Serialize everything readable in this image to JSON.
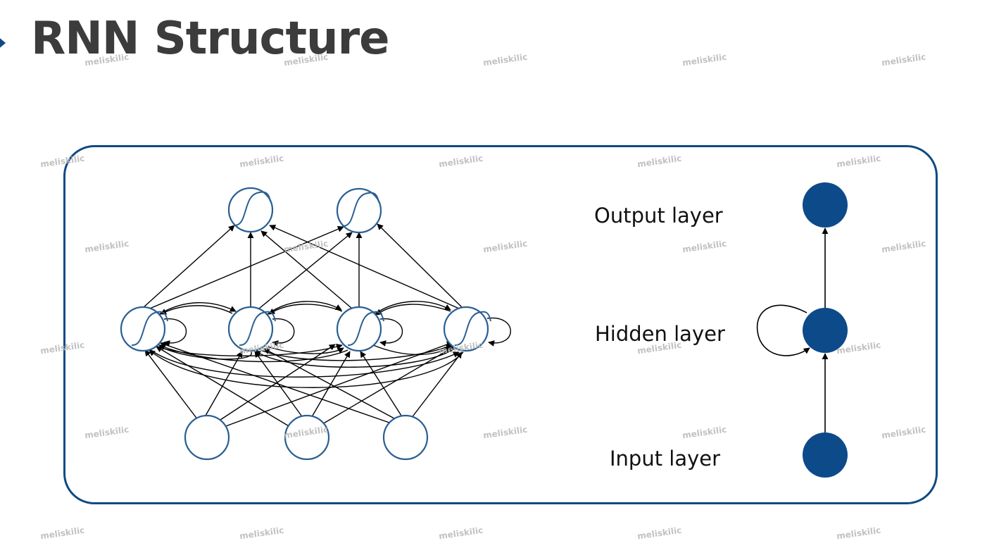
{
  "title": "RNN Structure",
  "labels": {
    "output": "Output layer",
    "hidden": "Hidden layer",
    "input": "Input layer"
  },
  "watermark": "meliskilic",
  "colors": {
    "node_stroke": "#2a5f92",
    "filled_node": "#0d4a8a",
    "frame": "#0f4a82",
    "title": "#3c3c3c"
  }
}
